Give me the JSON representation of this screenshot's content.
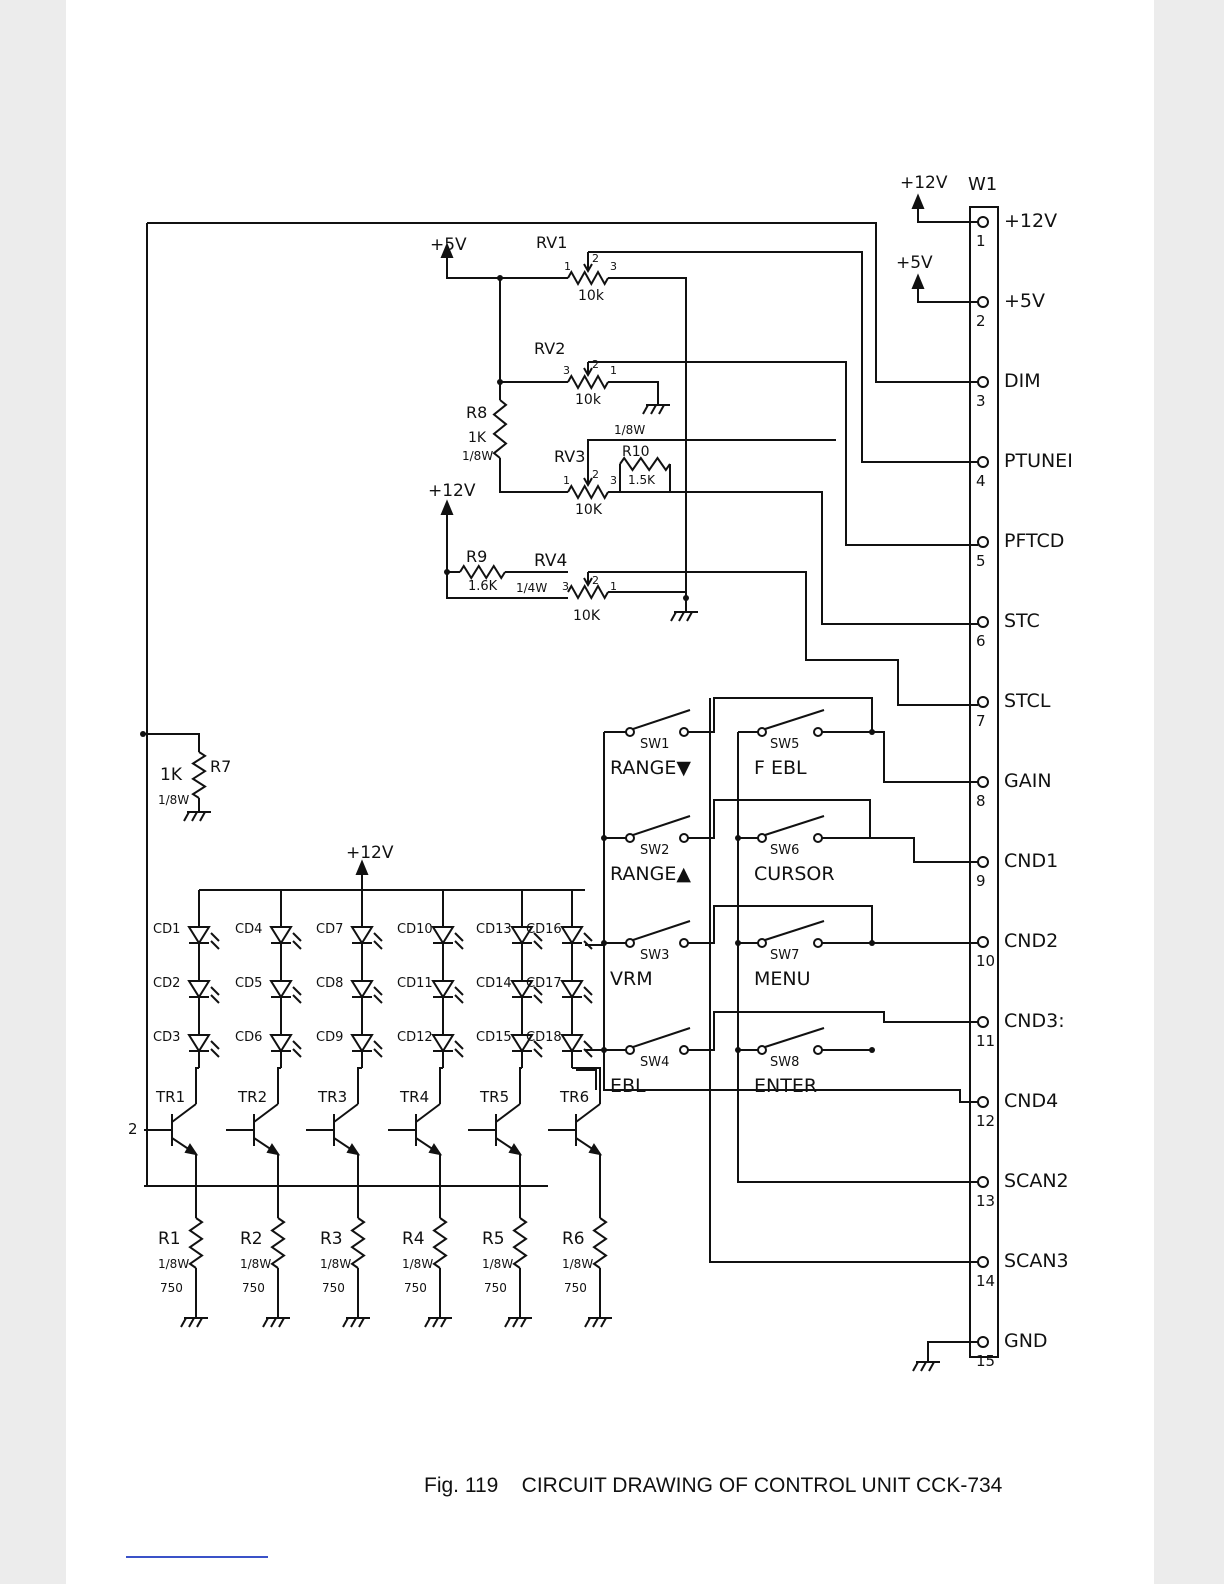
{
  "caption": "Fig. 119    CIRCUIT DRAWING OF CONTROL UNIT CCK-734",
  "supplies": {
    "v12": "+12V",
    "v5": "+5V"
  },
  "connector": {
    "name": "W1",
    "pins": [
      {
        "num": "1",
        "signal": "+12V"
      },
      {
        "num": "2",
        "signal": "+5V"
      },
      {
        "num": "3",
        "signal": "DIM"
      },
      {
        "num": "4",
        "signal": "PTUNEI"
      },
      {
        "num": "5",
        "signal": "PFTCD"
      },
      {
        "num": "6",
        "signal": "STC"
      },
      {
        "num": "7",
        "signal": "STCL"
      },
      {
        "num": "8",
        "signal": "GAIN"
      },
      {
        "num": "9",
        "signal": "CND1"
      },
      {
        "num": "10",
        "signal": "CND2"
      },
      {
        "num": "11",
        "signal": "CND3:"
      },
      {
        "num": "12",
        "signal": "CND4"
      },
      {
        "num": "13",
        "signal": "SCAN2"
      },
      {
        "num": "14",
        "signal": "SCAN3"
      },
      {
        "num": "15",
        "signal": "GND"
      }
    ]
  },
  "pots": [
    {
      "name": "RV1",
      "value": "10k",
      "t1": "1",
      "t2": "2",
      "t3": "3"
    },
    {
      "name": "RV2",
      "value": "10k",
      "t1": "3",
      "t2": "2",
      "t3": "1"
    },
    {
      "name": "RV3",
      "value": "10K",
      "t1": "1",
      "t2": "2",
      "t3": "3"
    },
    {
      "name": "RV4",
      "value": "10K",
      "t1": "3",
      "t2": "2",
      "t3": "1"
    }
  ],
  "resistors": {
    "r8": {
      "name": "R8",
      "value": "1K",
      "watt": "1/8W"
    },
    "r9": {
      "name": "R9",
      "value": "1.6K",
      "watt": "1/4W"
    },
    "r10": {
      "name": "R10",
      "value": "1.5K",
      "watt": "1/8W"
    },
    "r7": {
      "name": "R7",
      "value": "1K",
      "watt": "1/8W"
    },
    "bottom": [
      {
        "name": "R1",
        "watt": "1/8W",
        "value": "750"
      },
      {
        "name": "R2",
        "watt": "1/8W",
        "value": "750"
      },
      {
        "name": "R3",
        "watt": "1/8W",
        "value": "750"
      },
      {
        "name": "R4",
        "watt": "1/8W",
        "value": "750"
      },
      {
        "name": "R5",
        "watt": "1/8W",
        "value": "750"
      },
      {
        "name": "R6",
        "watt": "1/8W",
        "value": "750"
      }
    ]
  },
  "leds": [
    [
      "CD1",
      "CD2",
      "CD3"
    ],
    [
      "CD4",
      "CD5",
      "CD6"
    ],
    [
      "CD7",
      "CD8",
      "CD9"
    ],
    [
      "CD10",
      "CD11",
      "CD12"
    ],
    [
      "CD13",
      "CD14",
      "CD15"
    ],
    [
      "CD16",
      "CD17",
      "CD18"
    ]
  ],
  "transistors": [
    "TR1",
    "TR2",
    "TR3",
    "TR4",
    "TR5",
    "TR6"
  ],
  "tr_base_label": "2",
  "switches": [
    {
      "name": "SW1",
      "label": "RANGE▼"
    },
    {
      "name": "SW2",
      "label": "RANGE▲"
    },
    {
      "name": "SW3",
      "label": "VRM"
    },
    {
      "name": "SW4",
      "label": "EBL"
    },
    {
      "name": "SW5",
      "label": "F EBL"
    },
    {
      "name": "SW6",
      "label": "CURSOR"
    },
    {
      "name": "SW7",
      "label": "MENU"
    },
    {
      "name": "SW8",
      "label": "ENTER"
    }
  ]
}
